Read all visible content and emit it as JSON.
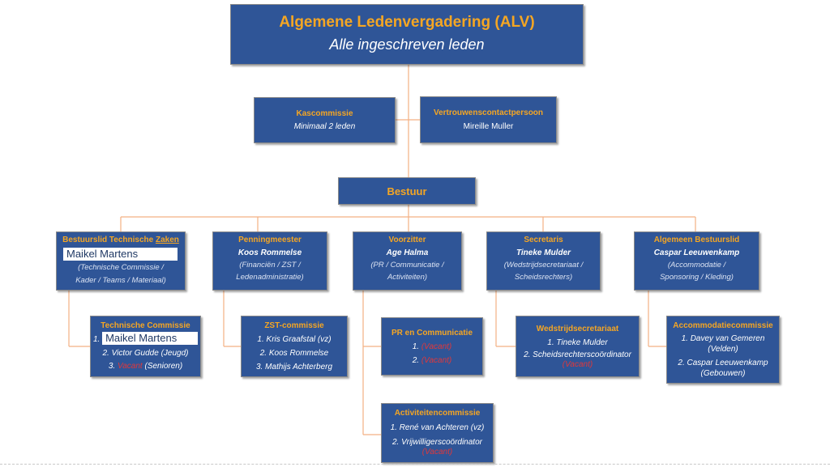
{
  "alv": {
    "title": "Algemene Ledenvergadering (ALV)",
    "subtitle": "Alle ingeschreven leden"
  },
  "kascommissie": {
    "title": "Kascommissie",
    "text": "Minimaal 2 leden"
  },
  "vertrouwens": {
    "title": "Vertrouwenscontactpersoon",
    "text": "Mireille Muller"
  },
  "bestuur": {
    "title": "Bestuur"
  },
  "board": [
    {
      "title_prefix": "Bestuurslid Technische ",
      "title_underlined": "Zaken",
      "name": "Maikel Martens",
      "sub1": "(Technische Commissie /",
      "sub2": "Kader / Teams / Materiaal)"
    },
    {
      "title": "Penningmeester",
      "name": "Koos Rommelse",
      "sub1": "(Financiën / ZST /",
      "sub2": "Ledenadministratie)"
    },
    {
      "title": "Voorzitter",
      "name": "Age Halma",
      "sub1": "(PR / Communicatie /",
      "sub2": "Activiteiten)"
    },
    {
      "title": "Secretaris",
      "name": "Tineke Mulder",
      "sub1": "(Wedstrijdsecretariaat /",
      "sub2": "Scheidsrechters)"
    },
    {
      "title": "Algemeen Bestuurslid",
      "name": "Caspar Leeuwenkamp",
      "sub1": "(Accommodatie /",
      "sub2": "Sponsoring / Kleding)"
    }
  ],
  "techcom": {
    "title": "Technische Commissie",
    "l1_num": "1.",
    "l1": "Maikel Martens",
    "l2": "2. Victor Gudde (Jeugd)",
    "l3_num": "3.",
    "l3_red": "Vacant",
    "l3_rest": "(Senioren)"
  },
  "zst": {
    "title": "ZST-commissie",
    "l1": "1. Kris Graafstal (vz)",
    "l2": "2. Koos Rommelse",
    "l3": "3. Mathijs Achterberg"
  },
  "pr": {
    "title": "PR en Communicatie",
    "l1_num": "1.",
    "l1_red": "(Vacant)",
    "l2_num": "2.",
    "l2_red": "(Vacant)"
  },
  "activiteiten": {
    "title": "Activiteitencommissie",
    "l1": "1. René van Achteren (vz)",
    "l2": "2. Vrijwilligerscoördinator",
    "l3_red": "(Vacant)"
  },
  "wedstrijd": {
    "title": "Wedstrijdsecretariaat",
    "l1": "1. Tineke Mulder",
    "l2": "2. Scheidsrechterscoördinator",
    "l3_red": "(Vacant)"
  },
  "accommodatie": {
    "title": "Accommodatiecommissie",
    "l1": "1. Davey van Gemeren",
    "l1b": "(Velden)",
    "l2": "2. Caspar Leeuwenkamp",
    "l2b": "(Gebouwen)"
  }
}
